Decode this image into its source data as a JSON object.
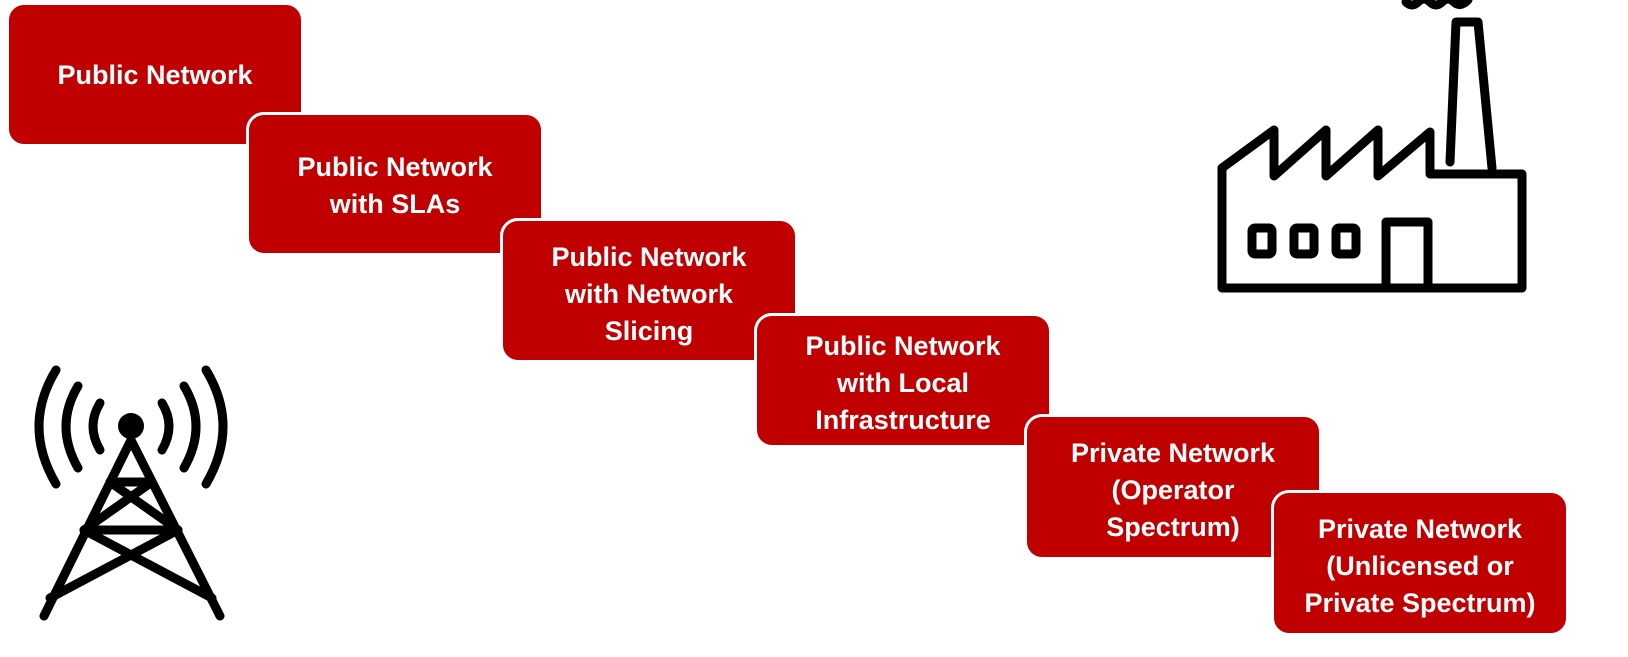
{
  "steps": [
    {
      "label": "Public Network"
    },
    {
      "label": "Public Network\nwith SLAs"
    },
    {
      "label": "Public Network\nwith Network\nSlicing"
    },
    {
      "label": "Public Network\nwith Local\nInfrastructure"
    },
    {
      "label": "Private Network\n(Operator\nSpectrum)"
    },
    {
      "label": "Private Network\n(Unlicensed or\nPrivate Spectrum)"
    }
  ],
  "icons": {
    "factory": "factory-icon",
    "tower": "cell-tower-icon"
  },
  "colors": {
    "step_fill": "#c00000",
    "step_text": "#ffffff",
    "icon_stroke": "#000000"
  }
}
